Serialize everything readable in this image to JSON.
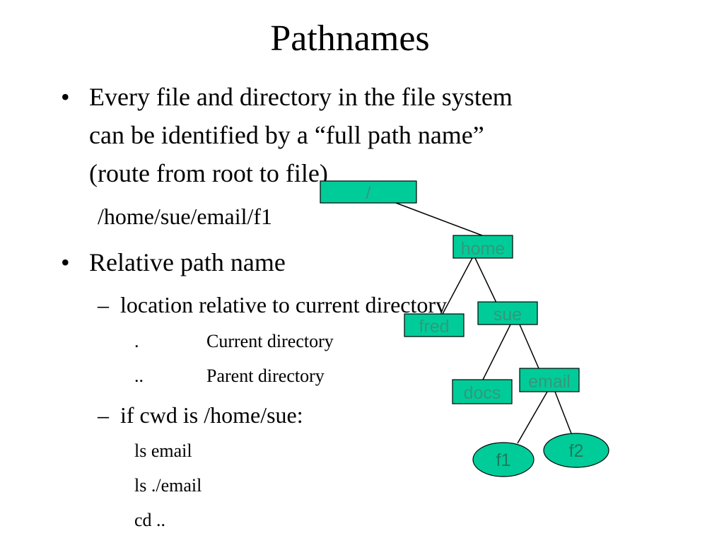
{
  "title": "Pathnames",
  "bullets": {
    "b1_line1": "Every file and directory in the file system",
    "b1_line2": "can be identified by a “full path name”",
    "b1_line3": "(route from root to file)",
    "b1_example": "/home/sue/email/f1",
    "b2": "Relative path name",
    "sub1": "location relative to current directory",
    "dot": ".",
    "dot_desc": "Current directory",
    "dotdot": "..",
    "dotdot_desc": "Parent directory",
    "sub2": "if cwd is /home/sue:",
    "cmd1": "ls email",
    "cmd2": "ls ./email",
    "cmd3": "cd .."
  },
  "markers": {
    "bullet": "•",
    "dash": "–"
  },
  "tree": {
    "nodes": {
      "root": "/",
      "home": "home",
      "fred": "fred",
      "sue": "sue",
      "docs": "docs",
      "email": "email",
      "f1": "f1",
      "f2": "f2"
    },
    "fill_color": "#00cc99",
    "label_color": "#33997a",
    "f_label_color": "#1f7a5c",
    "edge_color": "#000000"
  }
}
